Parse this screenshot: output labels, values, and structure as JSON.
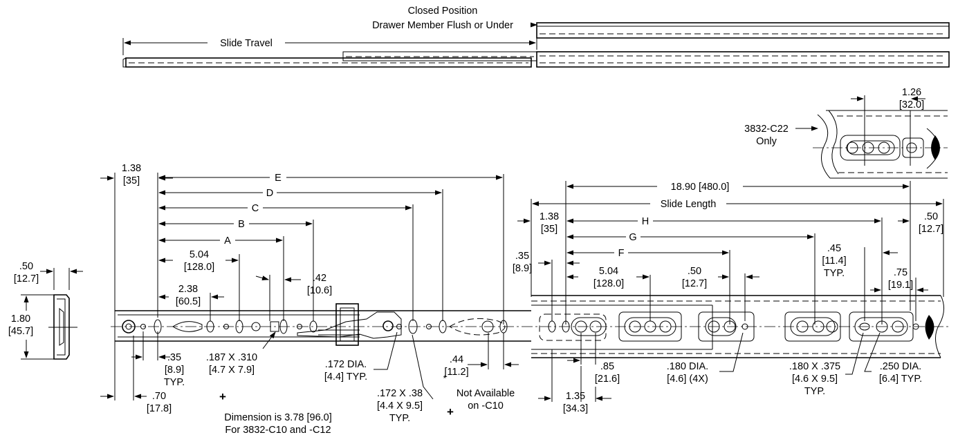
{
  "closed_position": {
    "line1": "Closed Position",
    "line2": "Drawer Member Flush or Under"
  },
  "slide_travel": "Slide Travel",
  "detail": {
    "dim_top": "1.26",
    "dim_top_mm": "[32.0]",
    "model_l1": "3832-C22",
    "model_l2": "Only"
  },
  "left_dims": {
    "d138": "1.38",
    "d138_mm": "[35]",
    "E": "E",
    "D": "D",
    "C": "C",
    "B": "B",
    "A": "A",
    "d504": "5.04",
    "d504_mm": "[128.0]",
    "d238": "2.38",
    "d238_mm": "[60.5]",
    "d42": ".42",
    "d42_mm": "[10.6]",
    "d35": ".35",
    "d35_mm": "[8.9]",
    "d35_typ": "TYP.",
    "d187": ".187 X .310",
    "d187_mm": "[4.7 X 7.9]",
    "d172": ".172 DIA.",
    "d172_mm": "[4.4] TYP.",
    "d44": ".44",
    "d44_mm": "[11.2]",
    "d172x": ".172 X  .38",
    "d172x_mm": "[4.4  X 9.5]",
    "d172x_typ": "TYP.",
    "d70": ".70",
    "d70_mm": "[17.8]",
    "note_l1": "Dimension is 3.78 [96.0]",
    "note_l2": "For 3832-C10 and -C12",
    "na_l1": "Not Available",
    "na_l2": "on -C10",
    "plus": "+",
    "star": "*"
  },
  "end_view": {
    "d50": ".50",
    "d50_mm": "[12.7]",
    "d180": "1.80",
    "d180_mm": "[45.7]"
  },
  "right_dims": {
    "d1890": "18.90 [480.0]",
    "slide_length": "Slide Length",
    "d138": "1.38",
    "d138_mm": "[35]",
    "H": "H",
    "G": "G",
    "F": "F",
    "d50": ".50",
    "d50_mm": "[12.7]",
    "d35": ".35",
    "d35_mm": "[8.9]",
    "d45": ".45",
    "d45_mm": "[11.4]",
    "d45_typ": "TYP.",
    "d504": "5.04",
    "d504_mm": "[128.0]",
    "d50b": ".50",
    "d50b_mm": "[12.7]",
    "d75": ".75",
    "d75_mm": "[19.1]",
    "d85": ".85",
    "d85_mm": "[21.6]",
    "d180": ".180 DIA.",
    "d180_mm": "[4.6] (4X)",
    "d180x": ".180 X .375",
    "d180x_mm": "[4.6 X 9.5]",
    "d180x_typ": "TYP.",
    "d250": ".250 DIA.",
    "d250_mm": "[6.4] TYP.",
    "d135": "1.35",
    "d135_mm": "[34.3]"
  }
}
